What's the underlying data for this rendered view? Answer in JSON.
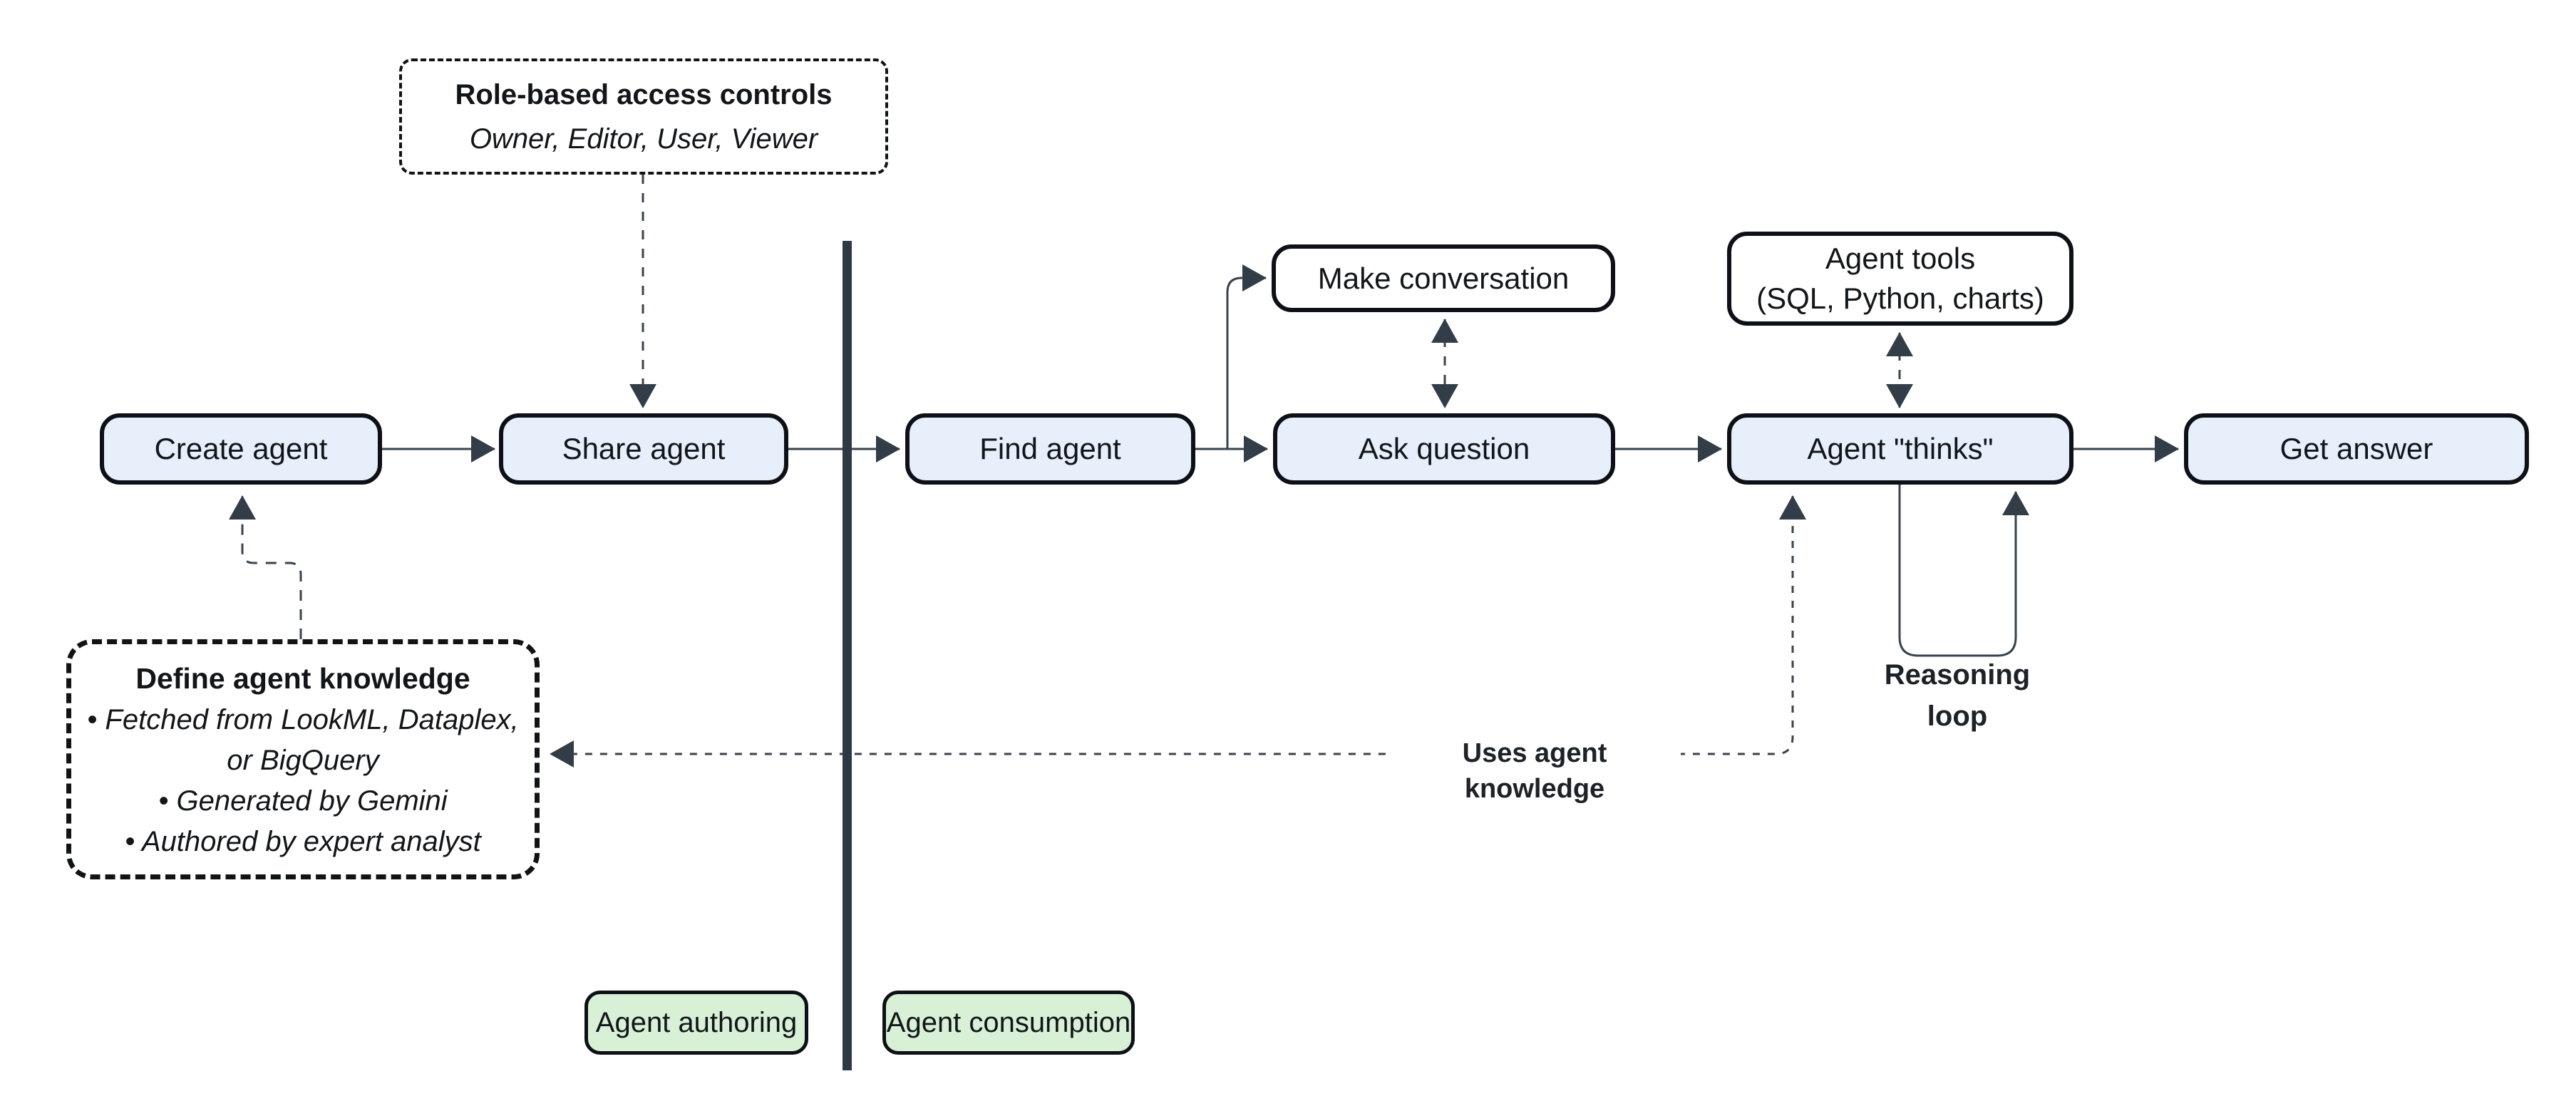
{
  "diagram": {
    "nodes": {
      "create_agent": {
        "label": "Create agent"
      },
      "share_agent": {
        "label": "Share agent"
      },
      "find_agent": {
        "label": "Find agent"
      },
      "make_conversation": {
        "label": "Make conversation"
      },
      "ask_question": {
        "label": "Ask question"
      },
      "agent_tools": {
        "line1": "Agent tools",
        "line2": "(SQL, Python, charts)"
      },
      "agent_thinks": {
        "label": "Agent \"thinks\""
      },
      "get_answer": {
        "label": "Get answer"
      }
    },
    "annotations": {
      "role_access": {
        "title": "Role-based access controls",
        "subtitle": "Owner, Editor, User, Viewer"
      },
      "define_knowledge": {
        "title": "Define agent knowledge",
        "lines": [
          "• Fetched from LookML, Dataplex,",
          "or BigQuery",
          "• Generated by Gemini",
          "• Authored by expert analyst"
        ]
      },
      "reasoning_loop": {
        "line1": "Reasoning",
        "line2": "loop"
      },
      "uses_knowledge": {
        "label": "Uses agent knowledge"
      }
    },
    "sections": {
      "authoring": {
        "label": "Agent authoring"
      },
      "consumption": {
        "label": "Agent consumption"
      }
    },
    "colors": {
      "node_fill_blue": "#e7effb",
      "node_fill_white": "#ffffff",
      "section_fill_green": "#d8f1d6",
      "node_border": "#0d1117",
      "edge": "#39434d",
      "divider": "#2d3a43",
      "text": "#121519"
    }
  }
}
